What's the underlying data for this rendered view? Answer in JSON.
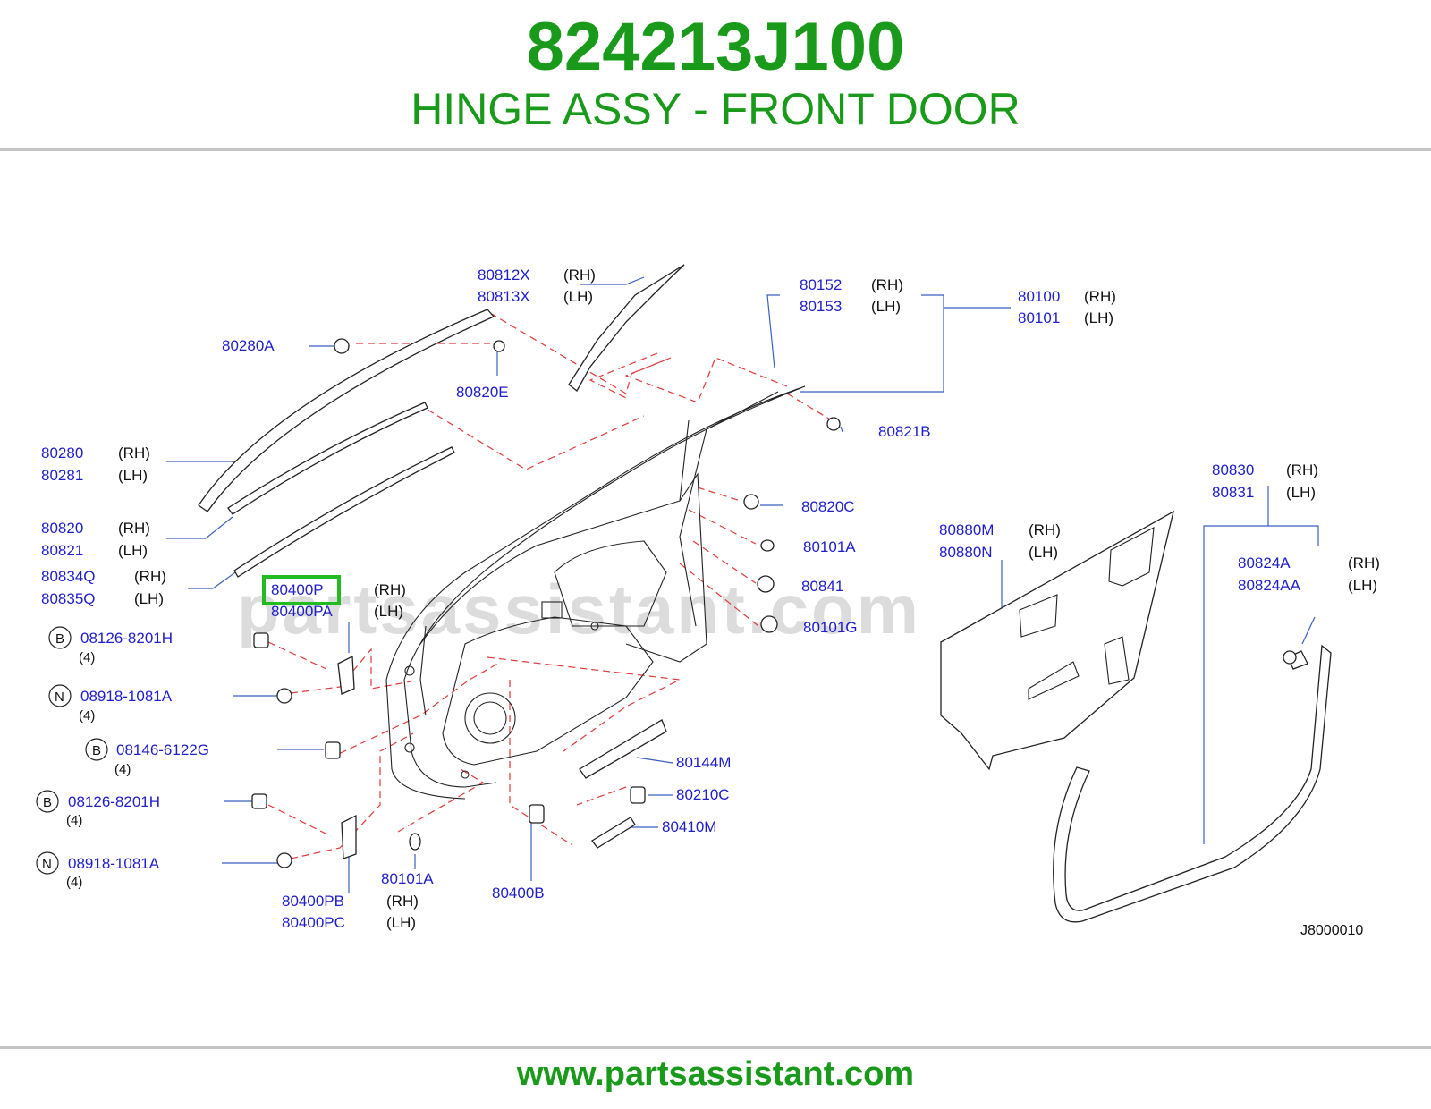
{
  "header": {
    "part_number": "824213J100",
    "part_name": "HINGE ASSY - FRONT DOOR"
  },
  "footer": {
    "url": "www.partsassistant.com"
  },
  "watermark": "partsassistant.com",
  "diagram_ref": "J8000010",
  "highlight_color": "#22bb22",
  "callouts": {
    "c80812X": "80812X",
    "c80812X_side": "(RH)",
    "c80813X": "80813X",
    "c80813X_side": "(LH)",
    "c80152": "80152",
    "c80152_side": "(RH)",
    "c80153": "80153",
    "c80153_side": "(LH)",
    "c80100": "80100",
    "c80100_side": "(RH)",
    "c80101": "80101",
    "c80101_side": "(LH)",
    "c80280A": "80280A",
    "c80820E": "80820E",
    "c80821B": "80821B",
    "c80280": "80280",
    "c80280_side": "(RH)",
    "c80281": "80281",
    "c80281_side": "(LH)",
    "c80830": "80830",
    "c80830_side": "(RH)",
    "c80831": "80831",
    "c80831_side": "(LH)",
    "c80820C": "80820C",
    "c80880M": "80880M",
    "c80880M_side": "(RH)",
    "c80880N": "80880N",
    "c80880N_side": "(LH)",
    "c80820": "80820",
    "c80820_side": "(RH)",
    "c80821": "80821",
    "c80821_side": "(LH)",
    "c80101A_top": "80101A",
    "c80824A": "80824A",
    "c80824A_side": "(RH)",
    "c80824AA": "80824AA",
    "c80824AA_side": "(LH)",
    "c80834Q": "80834Q",
    "c80834Q_side": "(RH)",
    "c80835Q": "80835Q",
    "c80835Q_side": "(LH)",
    "c80841": "80841",
    "c80400P": "80400P",
    "c80400P_side": "(RH)",
    "c80400PA": "80400PA",
    "c80400PA_side": "(LH)",
    "c80101G": "80101G",
    "b1_sym": "B",
    "b1_num": "08126-8201H",
    "b1_qty": "(4)",
    "n1_sym": "N",
    "n1_num": "08918-1081A",
    "n1_qty": "(4)",
    "b2_sym": "B",
    "b2_num": "08146-6122G",
    "b2_qty": "(4)",
    "b3_sym": "B",
    "b3_num": "08126-8201H",
    "b3_qty": "(4)",
    "n2_sym": "N",
    "n2_num": "08918-1081A",
    "n2_qty": "(4)",
    "c80144M": "80144M",
    "c80210C": "80210C",
    "c80410M": "80410M",
    "c80101A_bot": "80101A",
    "c80400B": "80400B",
    "c80400PB": "80400PB",
    "c80400PB_side": "(RH)",
    "c80400PC": "80400PC",
    "c80400PC_side": "(LH)"
  }
}
